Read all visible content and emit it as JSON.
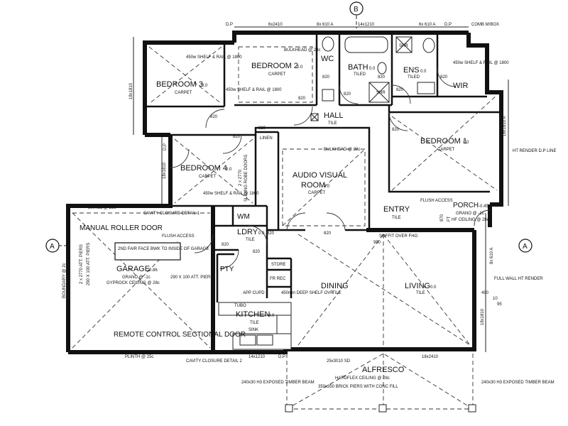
{
  "grid_markers": {
    "b": "B",
    "a_left": "A",
    "a_right": "A"
  },
  "dimensions": {
    "top_dp_left": "D.P",
    "top_1": "6x2410",
    "top_2": "8x 610 A",
    "top_3": "14x1210",
    "top_4": "6x 610 A",
    "top_dp_right": "D.P",
    "comb_mbox": "COMB M/BOX",
    "left_upper": "18x1810",
    "left_mid": "18x1810",
    "right_upper": "18x1810 A",
    "right_lower": "18x1810",
    "right_610": "8x 610 A",
    "right_490": "490",
    "right_10": "10",
    "right_95": "95",
    "soffit": "SOFFIT OVER FHO",
    "soffit_950": "950",
    "bottom_1": "14x1210",
    "bottom_dp": "D.P",
    "bottom_2": "25x3010 SD",
    "bottom_3": "18x2410",
    "garage_2770": "2 x 2770 ATT. PIERS",
    "garage_290_left": "290 X 100 ATT. PIERS",
    "garage_290_right": "290 X 100 ATT. PIERS",
    "linen_2770": "2 x 2770",
    "dp_left": "D.P"
  },
  "rooms": {
    "bedroom3": {
      "name": "BEDROOM 3",
      "code": "0.0",
      "finish": "CARPET"
    },
    "bedroom2": {
      "name": "BEDROOM 2",
      "code": "0.0",
      "finish": "CARPET"
    },
    "wc": {
      "name": "WC"
    },
    "bath": {
      "name": "BATH",
      "code": "0.0",
      "finish": "TILED"
    },
    "ens": {
      "name": "ENS",
      "code": "0.0",
      "finish": "TILED"
    },
    "wir": {
      "name": "WIR"
    },
    "hall": {
      "name": "HALL",
      "finish": "TILE"
    },
    "bedroom1": {
      "name": "BEDROOM 1",
      "code": "0.0",
      "finish": "CARPET"
    },
    "bedroom4": {
      "name": "BEDROOM 4",
      "code": "0.0",
      "finish": "CARPET"
    },
    "linen": {
      "name": "LINEN"
    },
    "audio": {
      "name": "AUDIO VISUAL",
      "name2": "ROOM",
      "code": "0.0",
      "finish": "CARPET"
    },
    "entry": {
      "name": "ENTRY",
      "finish": "TILE"
    },
    "porch": {
      "name": "PORCH",
      "code": "-0.45",
      "finish": "GRANO @ -1c",
      "ceiling": "HF CEILING @ 28c"
    },
    "garage": {
      "name": "GARAGE",
      "code": "-0.86",
      "finish": "GRANO @ -1c",
      "ceiling": "GYPROCK CEILING @ 28c"
    },
    "wm": {
      "name": "WM"
    },
    "ldry": {
      "name": "LDRY",
      "code": "0.0",
      "finish": "TILE"
    },
    "store": {
      "name": "STORE"
    },
    "fr_rec": {
      "name": "FR REC"
    },
    "pty": {
      "name": "PTY"
    },
    "kitchen": {
      "name": "KITCHEN",
      "code": "0.0",
      "finish": "TILE",
      "sink": "SINK"
    },
    "dining": {
      "name": "DINING",
      "finish": "TILE"
    },
    "living": {
      "name": "LIVING",
      "code": "0.0",
      "finish": "TILE"
    },
    "alfresco": {
      "name": "ALFRESCO",
      "finish": "HARDFLEX CEILING @ 28c"
    }
  },
  "notes": {
    "bulkhead_b2": "BULKHEAD @ 28c",
    "shelf_b3": "450w SHELF & RAIL @ 1800",
    "shelf_b2": "450w SHELF & RAIL @ 1800",
    "shelf_b4": "450w SHELF & RAIL @ 1800",
    "shelf_wir": "450w SHELF & RAIL @ 1800",
    "shr_bath": "SHR",
    "shr_ens": "SHR",
    "bulkhead_av": "BULKHEAD @ 28c",
    "sliding_doors": "SLIDING ROBE DOORS",
    "flush_access_entry": "FLUSH ACCESS",
    "ft": "FT",
    "lintel_garage": "LINTEL @ 25c",
    "cavity_1": "CAVITY CLOSURE DETAIL 1",
    "flush_access_garage": "FLUSH ACCESS",
    "manual_roller": "MANUAL ROLLER DOOR",
    "fair_face": "2ND FAIR FACE BWK TO INSIDE OF GARAGE",
    "boundary": "BOUNDARY @ 2c",
    "remote_door": "REMOTE CONTROL SECTIONAL DOOR",
    "plinth": "PLINTH @ 25c",
    "cavity_2": "CAVITY CLOSURE DETAIL 2",
    "app_cupd": "APP CUPD",
    "shelf_deep": "450mm DEEP SHELF OVR",
    "tubo": "TUBO",
    "full_wall": "FULL WALL HT RENDER",
    "ht_window": "HT RENDER D.P LINE",
    "timber_left": "240x30 H3 EXPOSED TIMBER BEAM",
    "timber_right": "240x30 H3 EXPOSED TIMBER BEAM",
    "brick_piers": "350x350 BRICK PIERS WITH CONC FILL",
    "door_820": "820",
    "door_870": "870"
  },
  "doors_820": [
    "820",
    "820",
    "820",
    "820",
    "820",
    "820",
    "820",
    "820",
    "820",
    "820",
    "820",
    "820",
    "820",
    "820"
  ]
}
